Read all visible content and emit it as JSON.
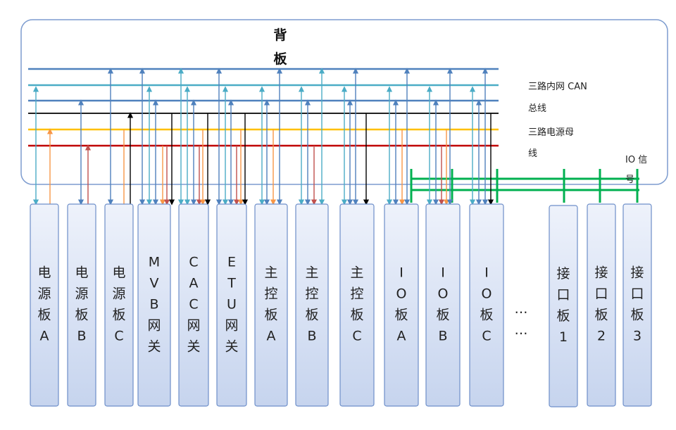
{
  "backplane": {
    "title_line1": "背",
    "title_line2": "板"
  },
  "legend": {
    "can_line1": "三路内网 CAN",
    "can_line2": "总线",
    "power_line1": "三路电源母",
    "power_line2": "线",
    "io_line1": "IO 信",
    "io_line2": "号"
  },
  "colors": {
    "can_bus_1": "#4f81bd",
    "can_bus_2": "#4bacc6",
    "can_bus_3": "#4f81bd",
    "black_bus": "#000000",
    "power_orange": "#f79646",
    "power_yellow": "#ffc000",
    "power_red": "#c0504d",
    "io_green": "#00b050",
    "card_fill_top": "#eef2fb",
    "card_fill_bottom": "#c9d6ef",
    "card_stroke": "#6d8ec9",
    "backplane_stroke": "#7d9ccf"
  },
  "cards": [
    {
      "label": "电源板A"
    },
    {
      "label": "电源板B"
    },
    {
      "label": "电源板C"
    },
    {
      "label": "MVB网关"
    },
    {
      "label": "CAC网关"
    },
    {
      "label": "ETU网关"
    },
    {
      "label": "主控板A"
    },
    {
      "label": "主控板B"
    },
    {
      "label": "主控板C"
    },
    {
      "label": "IO板A"
    },
    {
      "label": "IO板B"
    },
    {
      "label": "IO板C"
    },
    {
      "label": "接口板1"
    },
    {
      "label": "接口板2"
    },
    {
      "label": "接口板3"
    }
  ],
  "ellipsis": {
    "row1": "…",
    "row2": "…"
  }
}
